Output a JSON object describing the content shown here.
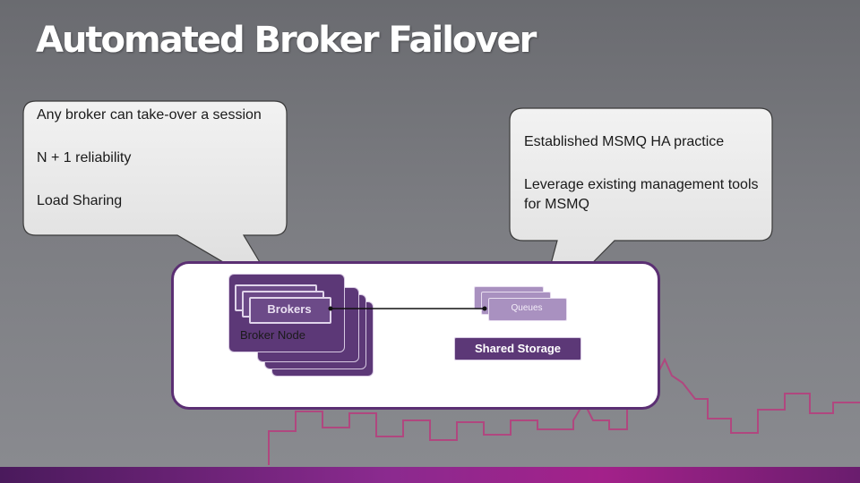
{
  "slide": {
    "title": "Automated Broker Failover"
  },
  "callouts": {
    "left": {
      "lines": [
        "Any broker can take-over a session",
        "N + 1 reliability",
        "Load Sharing"
      ]
    },
    "right": {
      "lines": [
        "Established  MSMQ HA practice",
        "Leverage existing management tools for MSMQ"
      ]
    }
  },
  "diagram": {
    "brokers_label": "Brokers",
    "broker_node_label": "Broker Node",
    "queues_label": "Queues",
    "storage_label": "Shared Storage"
  },
  "colors": {
    "background": "#74757a",
    "purple_dark": "#5c3877",
    "purple_border": "#5b2f73",
    "queue_purple": "#a991c0",
    "skyline": "#b0477f",
    "callout_fill": "#eeeeee"
  }
}
